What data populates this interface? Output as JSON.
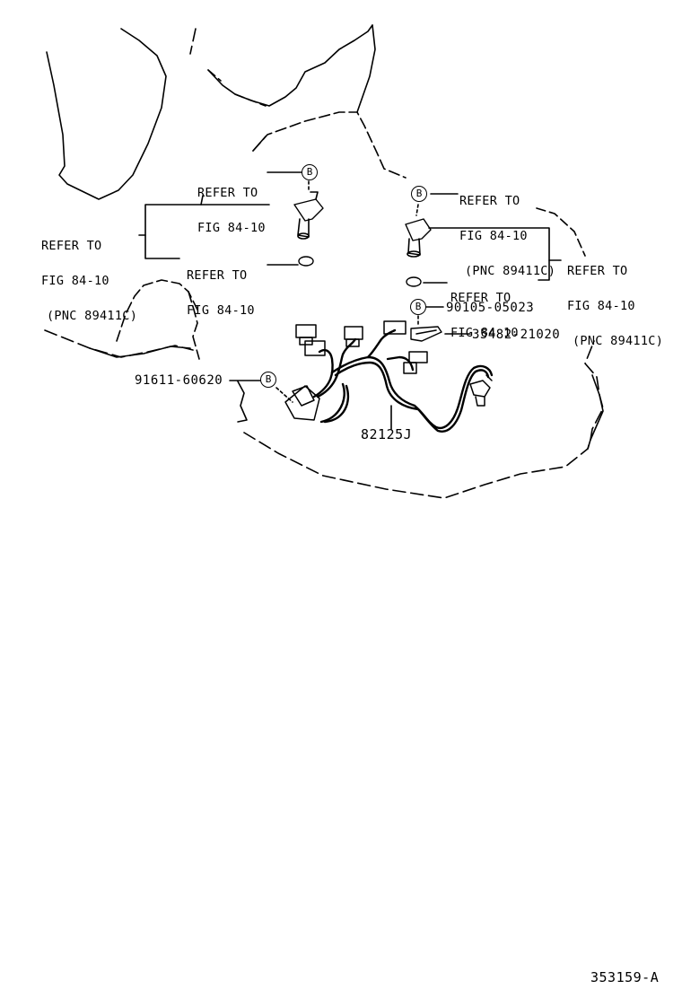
{
  "callouts": {
    "refer_top_left": [
      "REFER TO",
      "FIG 84-10"
    ],
    "refer_left_pnc": [
      "REFER TO",
      "FIG 84-10",
      "(PNC 89411C)"
    ],
    "refer_left_oring": [
      "REFER TO",
      "FIG 84-10"
    ],
    "refer_top_right": [
      "REFER TO",
      "FIG 84-10",
      "(PNC 89411C)"
    ],
    "refer_right_pnc": [
      "REFER TO",
      "FIG 84-10",
      "(PNC 89411C)"
    ],
    "refer_right_oring": [
      "REFER TO",
      "FIG 84-10"
    ]
  },
  "part_numbers": {
    "bolt": "90105-05023",
    "clip": "35482-21020",
    "clamp": "91611-60620",
    "harness": "82125J"
  },
  "badge_letter": "B",
  "figure_id": "353159-A"
}
